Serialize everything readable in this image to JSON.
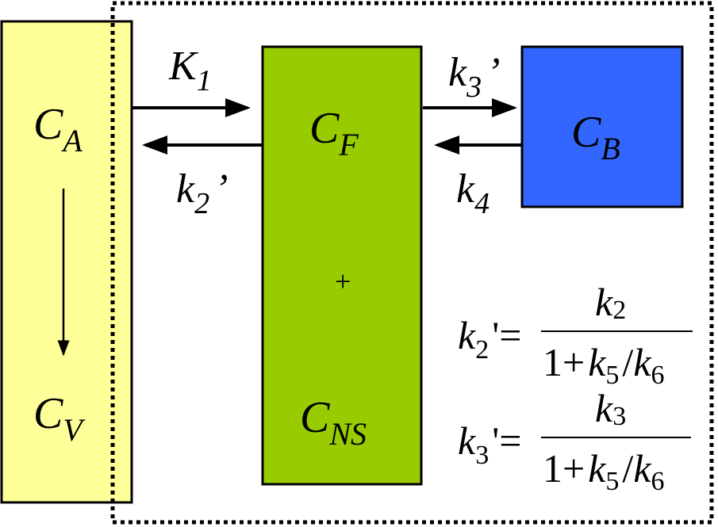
{
  "colors": {
    "plasma": "#FFFF99",
    "tissue": "#99CC00",
    "bound": "#3366FF"
  },
  "compartments": {
    "arterial": {
      "main": "C",
      "sub": "A"
    },
    "venous": {
      "main": "C",
      "sub": "V"
    },
    "free": {
      "main": "C",
      "sub": "F"
    },
    "plus": "+",
    "nonspecific": {
      "main": "C",
      "sub": "NS"
    },
    "bound": {
      "main": "C",
      "sub": "B"
    }
  },
  "rates": {
    "K1": {
      "main": "K",
      "sub": "1"
    },
    "k2p": {
      "main": "k",
      "sub": "2",
      "prime": "’"
    },
    "k3p": {
      "main": "k",
      "sub": "3",
      "prime": "’"
    },
    "k4": {
      "main": "k",
      "sub": "4"
    }
  },
  "equations": [
    {
      "lhs_main": "k",
      "lhs_sub": "2",
      "lhs_rest": "'=",
      "num_main": "k",
      "num_sub": "2",
      "den_one": "1+",
      "den_k": "k",
      "den_sub1": "5",
      "den_slash": "/",
      "den_k2": "k",
      "den_sub2": "6"
    },
    {
      "lhs_main": "k",
      "lhs_sub": "3",
      "lhs_rest": "'=",
      "num_main": "k",
      "num_sub": "3",
      "den_one": "1+",
      "den_k": "k",
      "den_sub1": "5",
      "den_slash": "/",
      "den_k2": "k",
      "den_sub2": "6"
    }
  ]
}
